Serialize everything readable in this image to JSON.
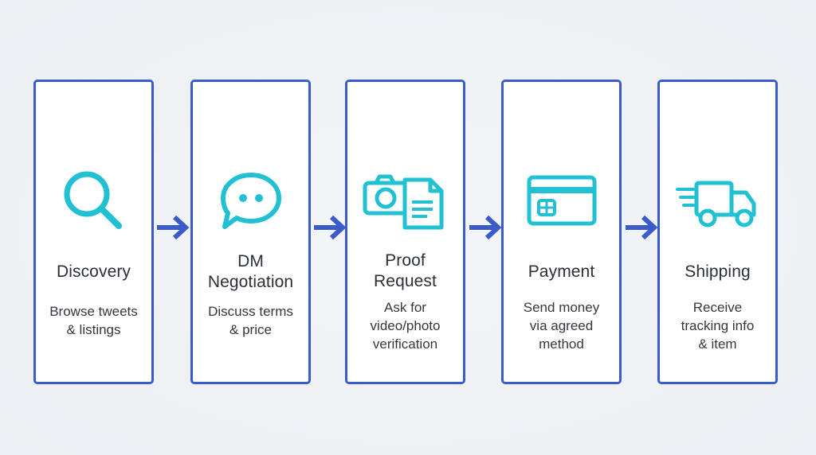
{
  "colors": {
    "background": "#eef1f5",
    "card_border": "#3b5bcb",
    "icon": "#22c0d3",
    "arrow": "#3b5bcb",
    "text": "#2a2f38"
  },
  "steps": [
    {
      "icon": "magnifier-icon",
      "title_lines": [
        "Discovery"
      ],
      "desc_lines": [
        "Browse tweets",
        "& listings"
      ]
    },
    {
      "icon": "chat-bubble-icon",
      "title_lines": [
        "DM",
        "Negotiation"
      ],
      "desc_lines": [
        "Discuss terms",
        "& price"
      ]
    },
    {
      "icon": "camera-document-icon",
      "title_lines": [
        "Proof",
        "Request"
      ],
      "desc_lines": [
        "Ask for",
        "video/photo",
        "verification"
      ]
    },
    {
      "icon": "credit-card-icon",
      "title_lines": [
        "Payment"
      ],
      "desc_lines": [
        "Send money",
        "via agreed",
        "method"
      ]
    },
    {
      "icon": "delivery-truck-icon",
      "title_lines": [
        "Shipping"
      ],
      "desc_lines": [
        "Receive",
        "tracking info",
        "& item"
      ]
    }
  ]
}
